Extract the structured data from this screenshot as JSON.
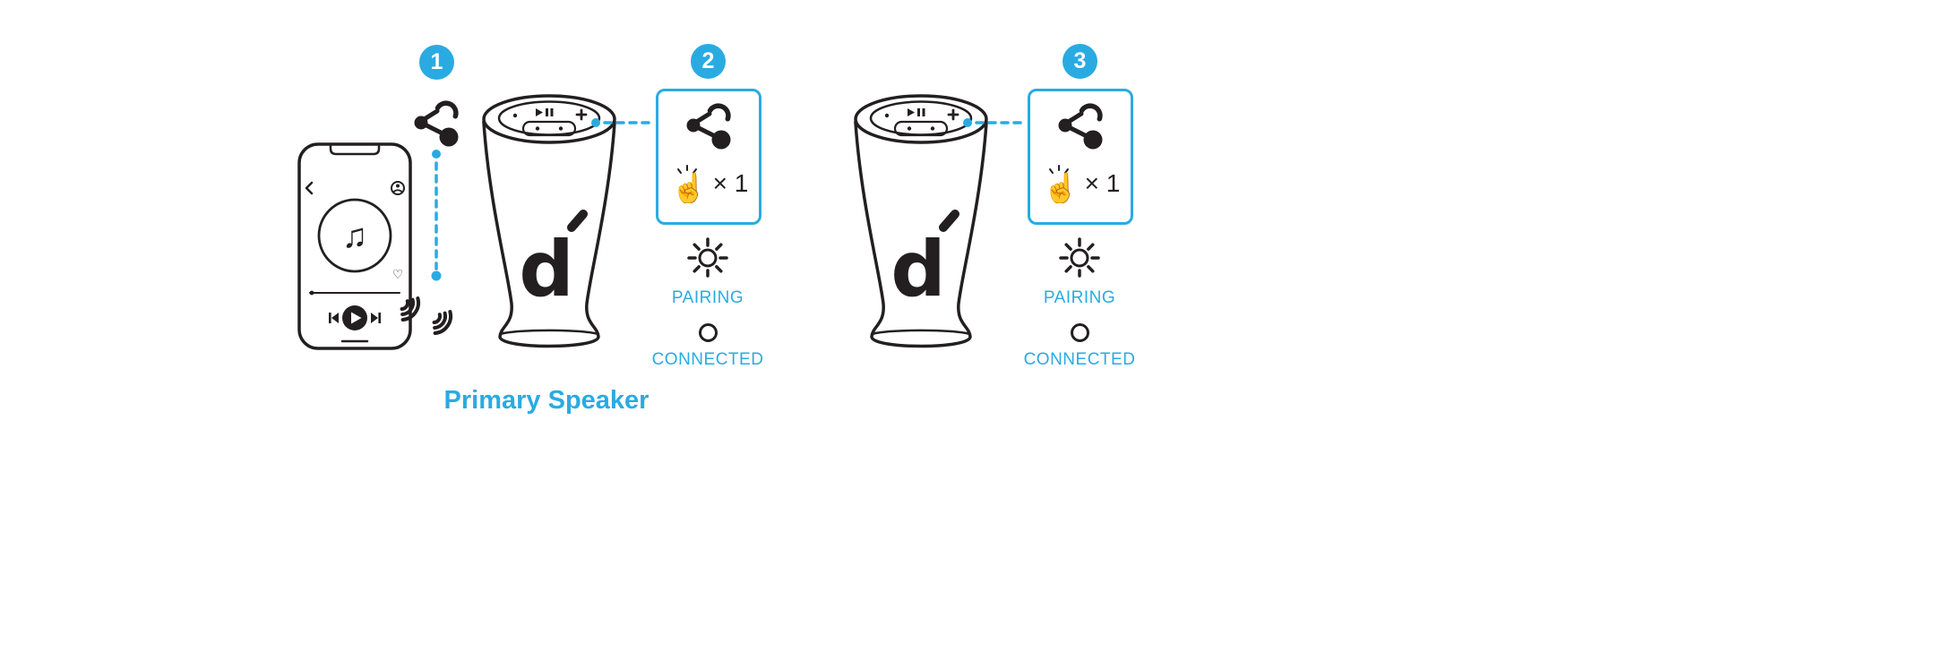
{
  "colors": {
    "accent": "#29abe2",
    "line": "#231f20",
    "background": "#ffffff"
  },
  "steps": [
    {
      "number": "1"
    },
    {
      "number": "2",
      "tap_count": "× 1",
      "pairing_label": "PAIRING",
      "connected_label": "CONNECTED"
    },
    {
      "number": "3",
      "tap_count": "× 1",
      "pairing_label": "PAIRING",
      "connected_label": "CONNECTED"
    }
  ],
  "labels": {
    "primary_speaker": "Primary Speaker"
  },
  "icons": {
    "music_note_glyph": "♫",
    "heart_glyph": "♡",
    "tap_hand_glyph": "☝",
    "partycast_share": "partycast-share-icon",
    "pairing_flash": "blinking-light-icon",
    "connected_indicator": "solid-light-circle-icon",
    "sound_waves": "sound-waves-icon"
  }
}
